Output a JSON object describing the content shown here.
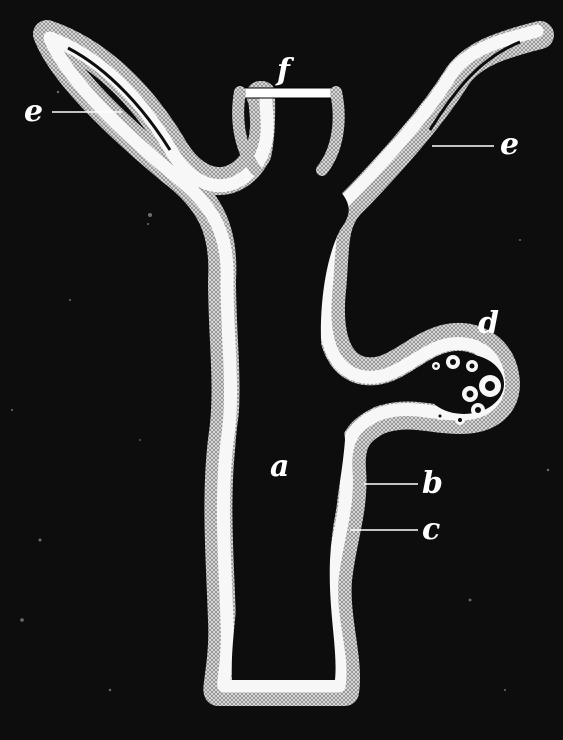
{
  "figure": {
    "colors": {
      "background": "#0d0d0d",
      "outer_layer": "#cfcfcf",
      "inner_layer": "#f7f7f7",
      "cavity": "#0d0d0d",
      "labels": "#ffffff"
    },
    "labels": {
      "a": "a",
      "b": "b",
      "c": "c",
      "d": "d",
      "e_left": "e",
      "e_right": "e",
      "f": "f"
    }
  }
}
